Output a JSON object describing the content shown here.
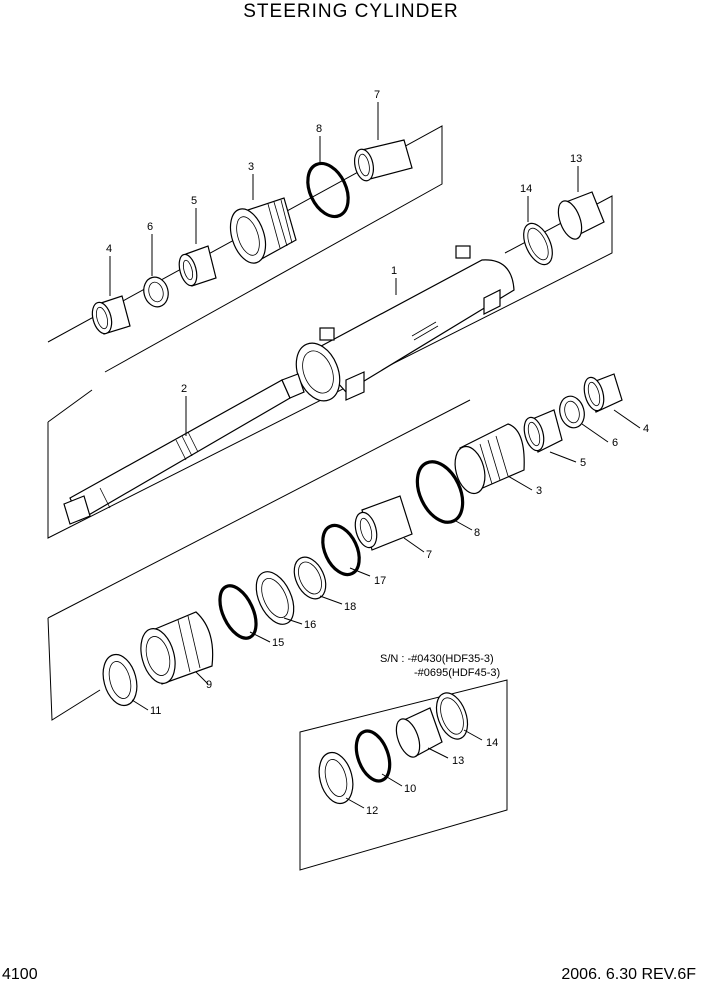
{
  "title": "STEERING CYLINDER",
  "page_number": "4100",
  "footer": "2006. 6.30  REV.6F",
  "serial_note": {
    "line1": "S/N : -#0430(HDF35-3)",
    "line2": "-#0695(HDF45-3)"
  },
  "parts": {
    "p1": "1",
    "p2": "2",
    "p3a": "3",
    "p3b": "3",
    "p4a": "4",
    "p4b": "4",
    "p5a": "5",
    "p5b": "5",
    "p6a": "6",
    "p6b": "6",
    "p7a": "7",
    "p7b": "7",
    "p8a": "8",
    "p8b": "8",
    "p9": "9",
    "p10": "10",
    "p11": "11",
    "p12": "12",
    "p13a": "13",
    "p13b": "13",
    "p14a": "14",
    "p14b": "14",
    "p15": "15",
    "p16": "16",
    "p17": "17",
    "p18": "18"
  }
}
